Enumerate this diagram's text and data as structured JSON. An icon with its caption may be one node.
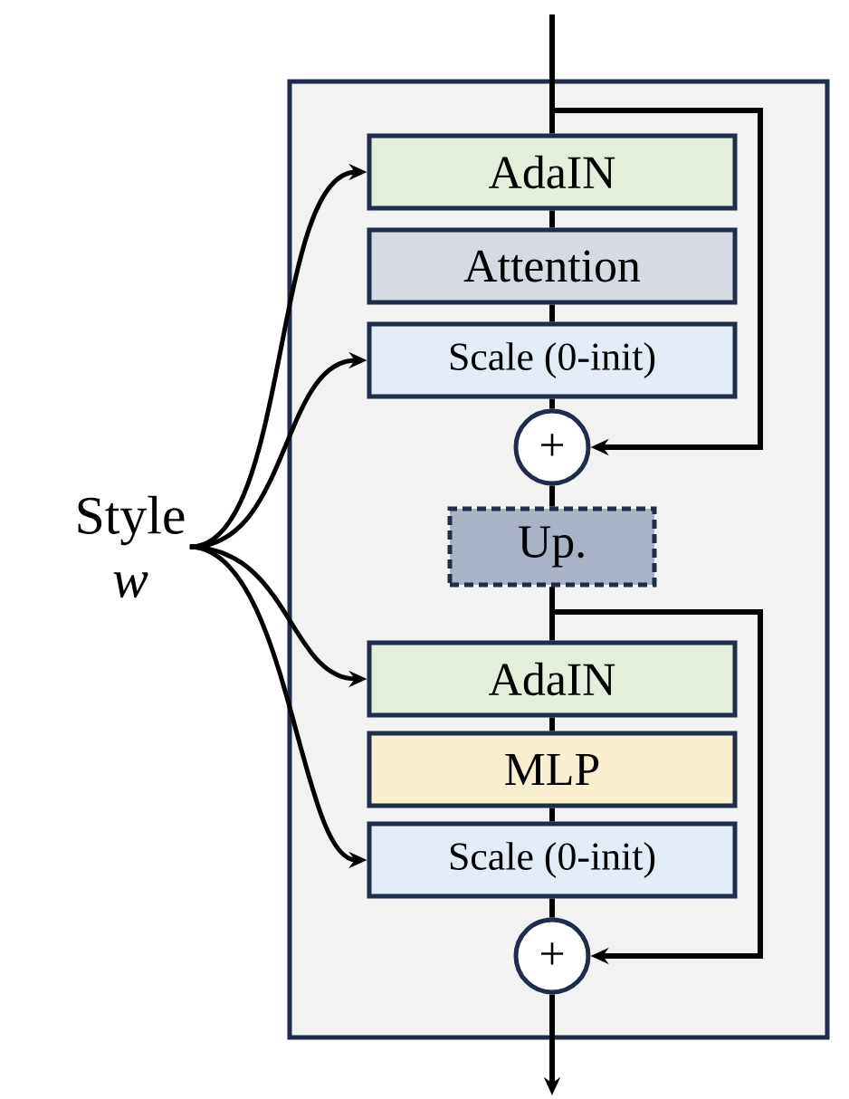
{
  "diagram": {
    "nodes": [
      {
        "text": [],
        "shape": "box"
      },
      {
        "text": [
          "AdaIN"
        ],
        "in": 0
      },
      {
        "text": [
          "Attention"
        ],
        "in": 0
      },
      {
        "text": [
          "Scale (0-init)"
        ],
        "in": 0
      },
      {
        "text": [
          "+"
        ],
        "in": 0
      },
      {
        "text": [
          "Up."
        ],
        "in": 0
      },
      {
        "text": [
          "AdaIN"
        ],
        "in": 0
      },
      {
        "text": [
          "MLP"
        ],
        "in": 0
      },
      {
        "text": [
          "Scale (0-init)"
        ],
        "in": 0
      },
      {
        "text": [
          "+"
        ],
        "in": 0
      },
      {
        "text": [
          "Style",
          "w"
        ]
      }
    ],
    "edges": [
      {
        "from": null,
        "to": 1,
        "arrow": "none"
      },
      {
        "from": 1,
        "to": 2,
        "arrow": "none"
      },
      {
        "from": 2,
        "to": 3,
        "arrow": "none"
      },
      {
        "from": 3,
        "to": 4,
        "arrow": "none"
      },
      {
        "from": 4,
        "to": 5,
        "arrow": "none"
      },
      {
        "from": 5,
        "to": 6,
        "arrow": "none"
      },
      {
        "from": 6,
        "to": 7,
        "arrow": "none"
      },
      {
        "from": 7,
        "to": 8,
        "arrow": "none"
      },
      {
        "from": 8,
        "to": 9,
        "arrow": "none"
      },
      {
        "from": 9,
        "to": null,
        "arrow": "to"
      },
      {
        "from": null,
        "to": 4,
        "arrow": "to"
      },
      {
        "from": 5,
        "to": 9,
        "arrow": "to"
      },
      {
        "from": 10,
        "to": 1,
        "arrow": "to"
      },
      {
        "from": 10,
        "to": 3,
        "arrow": "to"
      },
      {
        "from": 10,
        "to": 6,
        "arrow": "to"
      },
      {
        "from": 10,
        "to": 8,
        "arrow": "to"
      }
    ]
  }
}
